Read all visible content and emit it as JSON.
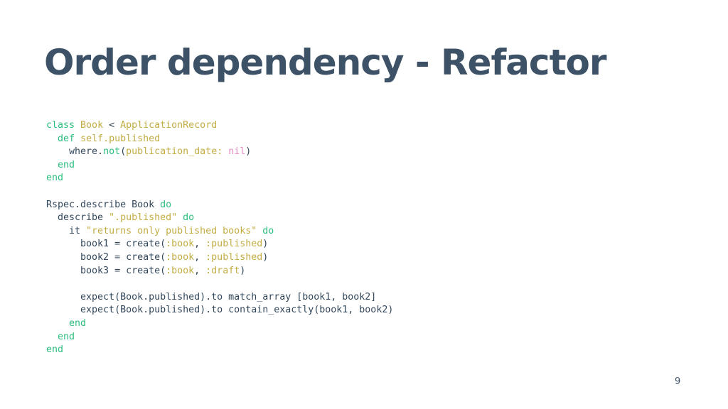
{
  "slide": {
    "title": "Order dependency - Refactor",
    "page_number": "9"
  },
  "colors": {
    "title": "#3d5266",
    "keyword": "#2bbd7e",
    "constant_symbol_string": "#c2ad45",
    "nil": "#e48bc0",
    "plain": "#33475b",
    "background": "#ffffff"
  },
  "code_lines": [
    [
      {
        "t": "class",
        "k": "kw"
      },
      {
        "t": " ",
        "k": "txt"
      },
      {
        "t": "Book",
        "k": "cls"
      },
      {
        "t": " < ",
        "k": "txt"
      },
      {
        "t": "ApplicationRecord",
        "k": "cls"
      }
    ],
    [
      {
        "t": "  ",
        "k": "txt"
      },
      {
        "t": "def",
        "k": "kw"
      },
      {
        "t": " ",
        "k": "txt"
      },
      {
        "t": "self.published",
        "k": "cls"
      }
    ],
    [
      {
        "t": "    where.",
        "k": "txt"
      },
      {
        "t": "not",
        "k": "kw"
      },
      {
        "t": "(",
        "k": "txt"
      },
      {
        "t": "publication_date:",
        "k": "sym"
      },
      {
        "t": " ",
        "k": "txt"
      },
      {
        "t": "nil",
        "k": "nil"
      },
      {
        "t": ")",
        "k": "txt"
      }
    ],
    [
      {
        "t": "  ",
        "k": "txt"
      },
      {
        "t": "end",
        "k": "kw"
      }
    ],
    [
      {
        "t": "end",
        "k": "kw"
      }
    ],
    [],
    [
      {
        "t": "Rspec.describe Book ",
        "k": "txt"
      },
      {
        "t": "do",
        "k": "kw"
      }
    ],
    [
      {
        "t": "  describe ",
        "k": "txt"
      },
      {
        "t": "\".published\"",
        "k": "str"
      },
      {
        "t": " ",
        "k": "txt"
      },
      {
        "t": "do",
        "k": "kw"
      }
    ],
    [
      {
        "t": "    it ",
        "k": "txt"
      },
      {
        "t": "\"returns only published books\"",
        "k": "str"
      },
      {
        "t": " ",
        "k": "txt"
      },
      {
        "t": "do",
        "k": "kw"
      }
    ],
    [
      {
        "t": "      book1 = create(",
        "k": "txt"
      },
      {
        "t": ":book",
        "k": "sym"
      },
      {
        "t": ", ",
        "k": "txt"
      },
      {
        "t": ":published",
        "k": "sym"
      },
      {
        "t": ")",
        "k": "txt"
      }
    ],
    [
      {
        "t": "      book2 = create(",
        "k": "txt"
      },
      {
        "t": ":book",
        "k": "sym"
      },
      {
        "t": ", ",
        "k": "txt"
      },
      {
        "t": ":published",
        "k": "sym"
      },
      {
        "t": ")",
        "k": "txt"
      }
    ],
    [
      {
        "t": "      book3 = create(",
        "k": "txt"
      },
      {
        "t": ":book",
        "k": "sym"
      },
      {
        "t": ", ",
        "k": "txt"
      },
      {
        "t": ":draft",
        "k": "sym"
      },
      {
        "t": ")",
        "k": "txt"
      }
    ],
    [],
    [
      {
        "t": "      expect(Book.published).to match_array [book1, book2]",
        "k": "txt"
      }
    ],
    [
      {
        "t": "      expect(Book.published).to contain_exactly(book1, book2)",
        "k": "txt"
      }
    ],
    [
      {
        "t": "    ",
        "k": "txt"
      },
      {
        "t": "end",
        "k": "kw"
      }
    ],
    [
      {
        "t": "  ",
        "k": "txt"
      },
      {
        "t": "end",
        "k": "kw"
      }
    ],
    [
      {
        "t": "end",
        "k": "kw"
      }
    ]
  ]
}
